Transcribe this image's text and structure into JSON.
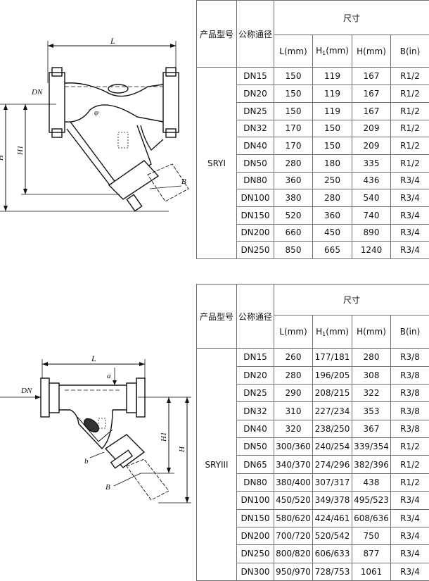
{
  "table1": {
    "col_model": "产品型号",
    "col_dn": "公称通径",
    "col_dims": "尺寸",
    "subcols": [
      {
        "main": "L(mm)",
        "sub": ""
      },
      {
        "main": "H",
        "sub": "1",
        "tail": "(mm)"
      },
      {
        "main": "H(mm)",
        "sub": ""
      },
      {
        "main": "B(in)",
        "sub": ""
      }
    ],
    "model": "SRYI",
    "rows": [
      [
        "DN15",
        "150",
        "119",
        "167",
        "R1/2"
      ],
      [
        "DN20",
        "150",
        "119",
        "167",
        "R1/2"
      ],
      [
        "DN25",
        "150",
        "119",
        "167",
        "R1/2"
      ],
      [
        "DN32",
        "170",
        "150",
        "209",
        "R1/2"
      ],
      [
        "DN40",
        "170",
        "150",
        "209",
        "R1/2"
      ],
      [
        "DN50",
        "280",
        "180",
        "335",
        "R1/2"
      ],
      [
        "DN80",
        "360",
        "250",
        "436",
        "R3/4"
      ],
      [
        "DN100",
        "380",
        "280",
        "540",
        "R3/4"
      ],
      [
        "DN150",
        "520",
        "360",
        "740",
        "R3/4"
      ],
      [
        "DN200",
        "660",
        "450",
        "890",
        "R3/4"
      ],
      [
        "DN250",
        "850",
        "665",
        "1240",
        "R3/4"
      ]
    ]
  },
  "table2": {
    "col_model": "产品型号",
    "col_dn": "公称通径",
    "col_dims": "尺寸",
    "model": "SRYIII",
    "rows": [
      [
        "DN15",
        "260",
        "177/181",
        "280",
        "R3/8"
      ],
      [
        "DN20",
        "280",
        "196/205",
        "308",
        "R3/8"
      ],
      [
        "DN25",
        "290",
        "208/215",
        "322",
        "R3/8"
      ],
      [
        "DN32",
        "310",
        "227/234",
        "353",
        "R3/8"
      ],
      [
        "DN40",
        "320",
        "238/250",
        "367",
        "R3/8"
      ],
      [
        "DN50",
        "300/360",
        "240/254",
        "339/354",
        "R1/2"
      ],
      [
        "DN65",
        "340/370",
        "274/296",
        "382/396",
        "R1/2"
      ],
      [
        "DN80",
        "380/400",
        "307/317",
        "438",
        "R1/2"
      ],
      [
        "DN100",
        "450/520",
        "349/378",
        "495/523",
        "R3/4"
      ],
      [
        "DN150",
        "580/620",
        "424/461",
        "608/636",
        "R3/4"
      ],
      [
        "DN200",
        "700/720",
        "520/542",
        "750",
        "R3/4"
      ],
      [
        "DN250",
        "800/820",
        "606/633",
        "877",
        "R3/4"
      ],
      [
        "DN300",
        "950/970",
        "728/753",
        "1061",
        "R3/4"
      ]
    ]
  },
  "drawing1": {
    "label_L": "L",
    "label_DN": "DN",
    "label_H": "H",
    "label_H1": "H1",
    "label_B": "B",
    "label_phi": "φ"
  },
  "drawing2": {
    "label_L": "L",
    "label_DN": "DN",
    "label_H": "H",
    "label_H1": "H1",
    "label_B": "B",
    "label_a": "a",
    "label_b": "b"
  }
}
